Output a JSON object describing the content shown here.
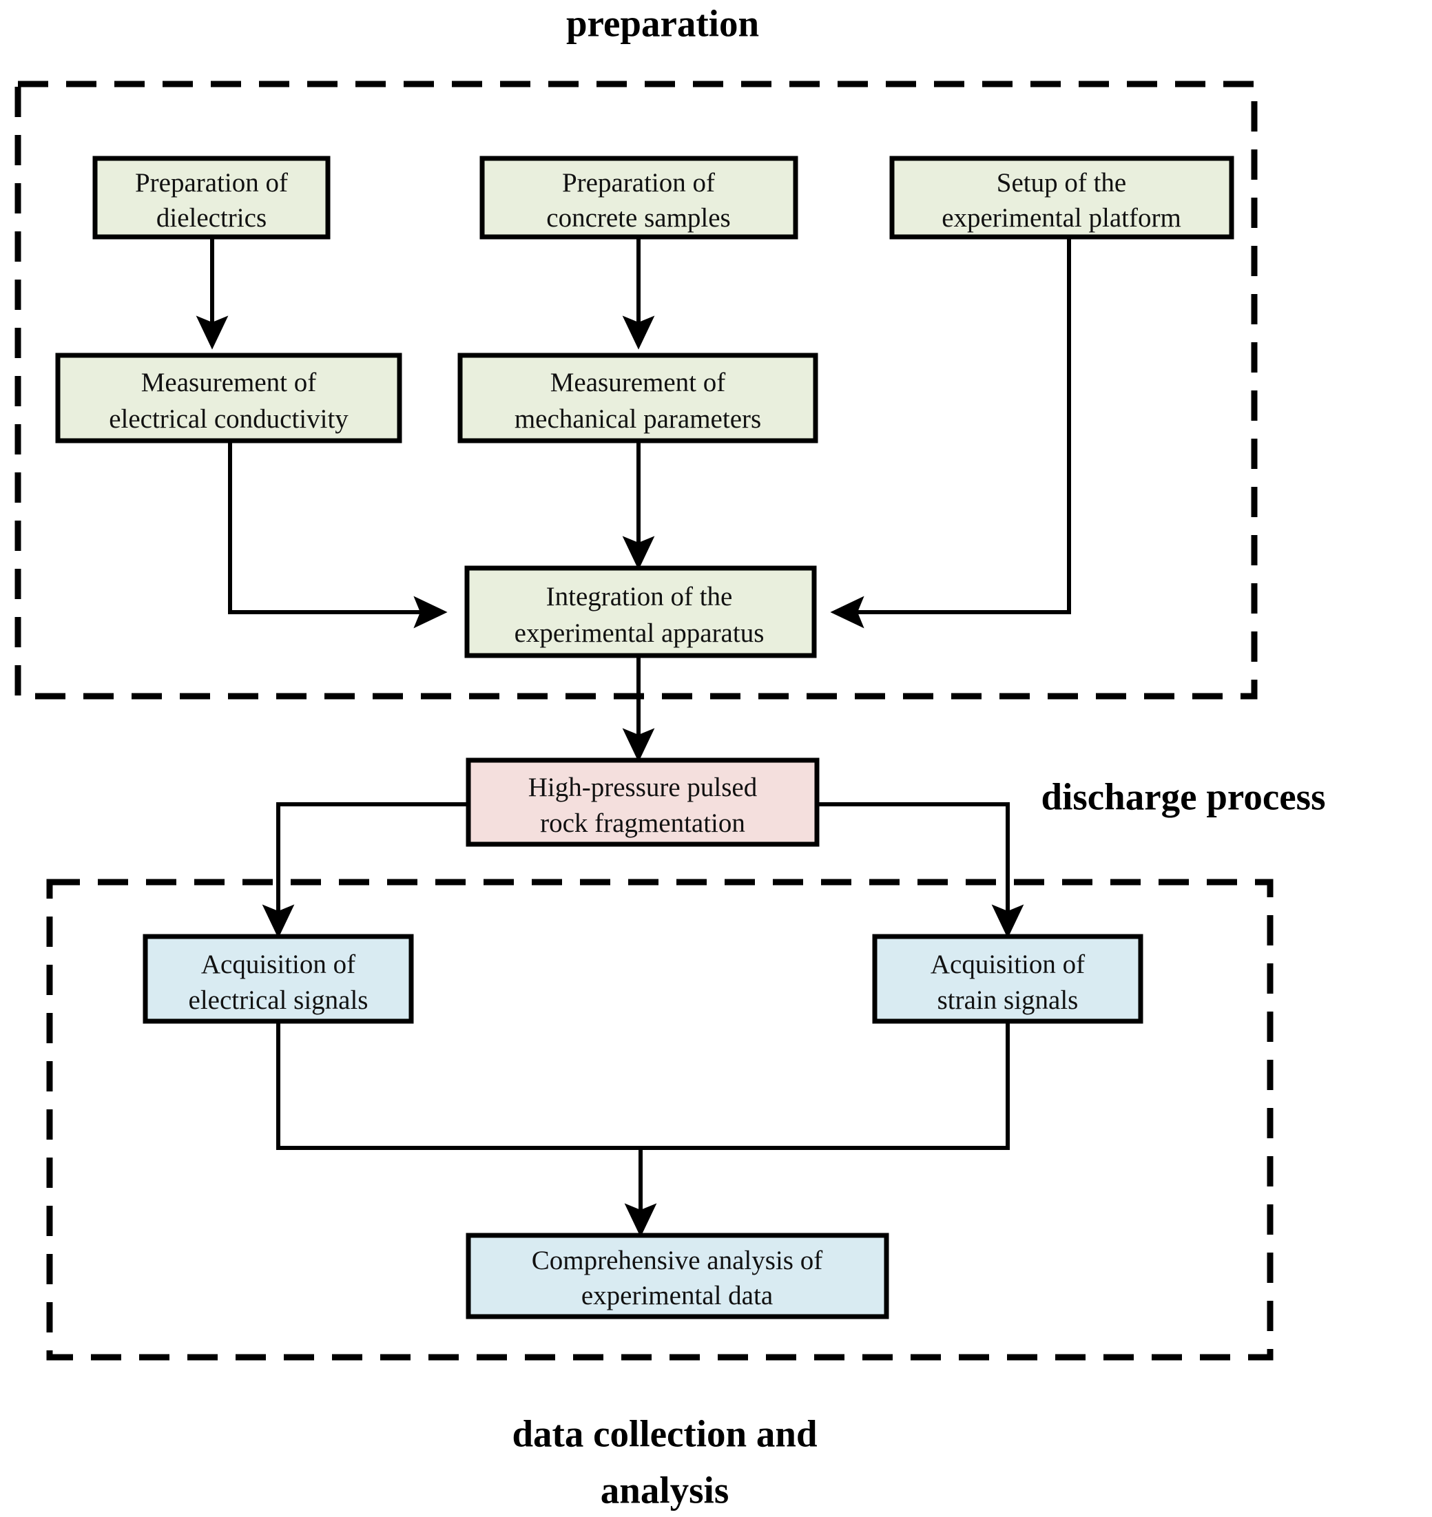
{
  "diagram": {
    "title_top": "preparation",
    "title_middle": "discharge process",
    "title_bottom_line1": "data collection and",
    "title_bottom_line2": "analysis"
  },
  "colors": {
    "preparation_fill": "#e9efdd",
    "discharge_fill": "#f4dfdd",
    "analysis_fill": "#d9ebf2",
    "stroke": "#000000",
    "background": "#ffffff"
  },
  "nodes": {
    "prep_dielectrics": {
      "line1": "Preparation of",
      "line2": "dielectrics"
    },
    "prep_concrete": {
      "line1": "Preparation of",
      "line2": "concrete samples"
    },
    "setup_platform": {
      "line1": "Setup of the",
      "line2": "experimental platform"
    },
    "measure_conductivity": {
      "line1": "Measurement of",
      "line2": "electrical conductivity"
    },
    "measure_mechanical": {
      "line1": "Measurement of",
      "line2": "mechanical parameters"
    },
    "integration": {
      "line1": "Integration of the",
      "line2": "experimental apparatus"
    },
    "fragmentation": {
      "line1": "High-pressure pulsed",
      "line2": "rock fragmentation"
    },
    "acq_electrical": {
      "line1": "Acquisition of",
      "line2": "electrical signals"
    },
    "acq_strain": {
      "line1": "Acquisition of",
      "line2": "strain signals"
    },
    "comprehensive": {
      "line1": "Comprehensive analysis of",
      "line2": "experimental data"
    }
  },
  "chart_data": {
    "type": "diagram",
    "title": "Experimental workflow: high-pressure pulsed rock fragmentation",
    "groups": [
      {
        "id": "preparation",
        "label": "preparation",
        "fill": "#e9efdd",
        "members": [
          "prep_dielectrics",
          "prep_concrete",
          "setup_platform",
          "measure_conductivity",
          "measure_mechanical",
          "integration"
        ]
      },
      {
        "id": "discharge",
        "label": "discharge process",
        "fill": "#f4dfdd",
        "members": [
          "fragmentation"
        ]
      },
      {
        "id": "analysis",
        "label": "data collection and analysis",
        "fill": "#d9ebf2",
        "members": [
          "acq_electrical",
          "acq_strain",
          "comprehensive"
        ]
      }
    ],
    "edges": [
      {
        "from": "prep_dielectrics",
        "to": "measure_conductivity",
        "arrow": true
      },
      {
        "from": "prep_concrete",
        "to": "measure_mechanical",
        "arrow": true
      },
      {
        "from": "measure_conductivity",
        "to": "integration",
        "arrow": true
      },
      {
        "from": "measure_mechanical",
        "to": "integration",
        "arrow": true
      },
      {
        "from": "setup_platform",
        "to": "integration",
        "arrow": true
      },
      {
        "from": "integration",
        "to": "fragmentation",
        "arrow": true
      },
      {
        "from": "fragmentation",
        "to": "acq_electrical",
        "arrow": true
      },
      {
        "from": "fragmentation",
        "to": "acq_strain",
        "arrow": true
      },
      {
        "from": "acq_electrical",
        "to": "comprehensive",
        "arrow": true
      },
      {
        "from": "acq_strain",
        "to": "comprehensive",
        "arrow": true
      }
    ]
  }
}
